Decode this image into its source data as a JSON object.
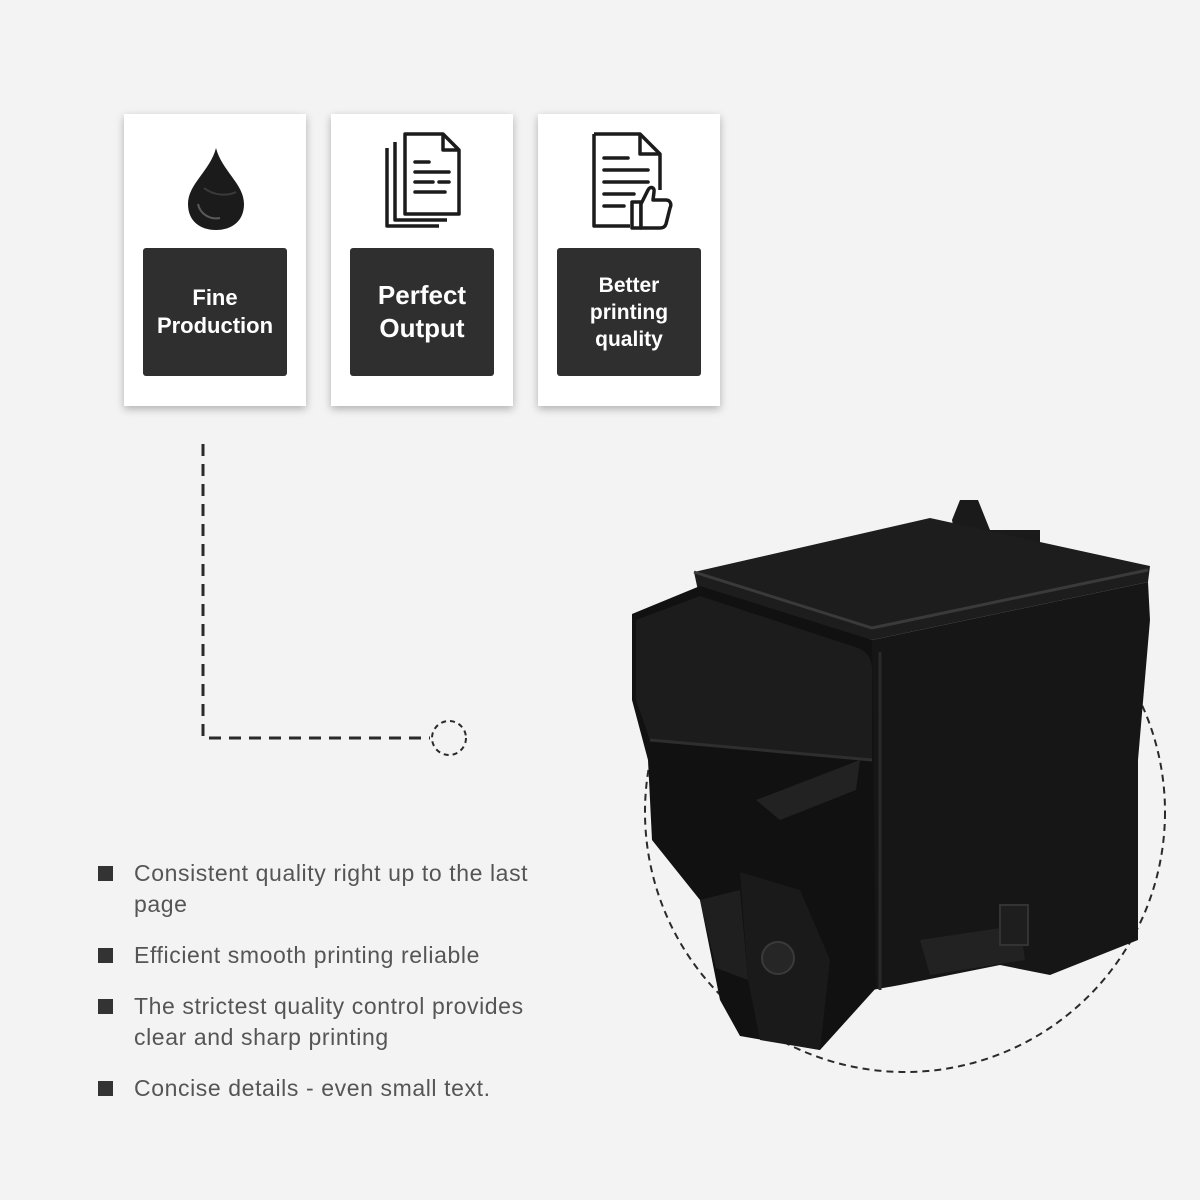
{
  "features": [
    {
      "icon": "ink-drop-icon",
      "label": "Fine\nProduction"
    },
    {
      "icon": "document-stack-icon",
      "label": "Perfect\nOutput"
    },
    {
      "icon": "document-thumbs-up-icon",
      "label": "Better\nprinting\nquality"
    }
  ],
  "bullets": [
    "Consistent quality right up to the last page",
    "Efficient smooth printing reliable",
    "The strictest quality control provides clear and sharp printing",
    "Concise details - even small text."
  ],
  "colors": {
    "background": "#f3f3f3",
    "card": "#ffffff",
    "label_bg": "#2f2f2f",
    "bullet": "#333333",
    "text": "#555555",
    "product": "#141414"
  }
}
